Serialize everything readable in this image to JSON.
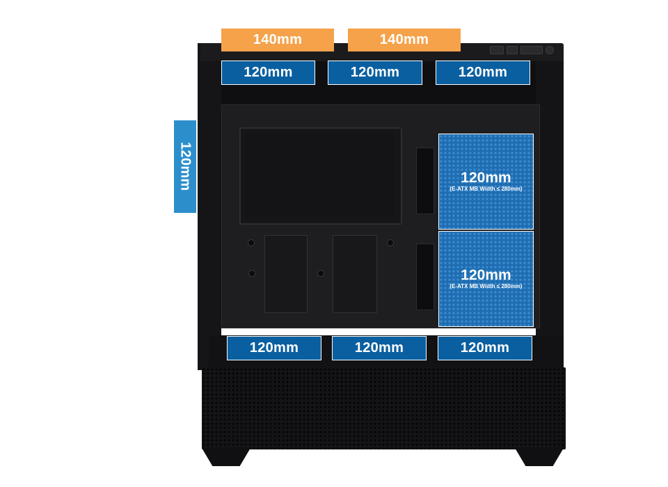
{
  "fan_mounts": {
    "top_140": [
      "140mm",
      "140mm"
    ],
    "top_120": [
      "120mm",
      "120mm",
      "120mm"
    ],
    "rear": "120mm",
    "side": [
      {
        "size": "120mm",
        "note": "(E-ATX MB Width ≤ 280mm)"
      },
      {
        "size": "120mm",
        "note": "(E-ATX MB Width ≤ 280mm)"
      }
    ],
    "bottom_120": [
      "120mm",
      "120mm",
      "120mm"
    ]
  },
  "colors": {
    "blue_label": "#0a5fa0",
    "orange_label": "#f5a24a",
    "light_blue_label": "#2c8fcb",
    "case_black": "#1b1b1d"
  }
}
